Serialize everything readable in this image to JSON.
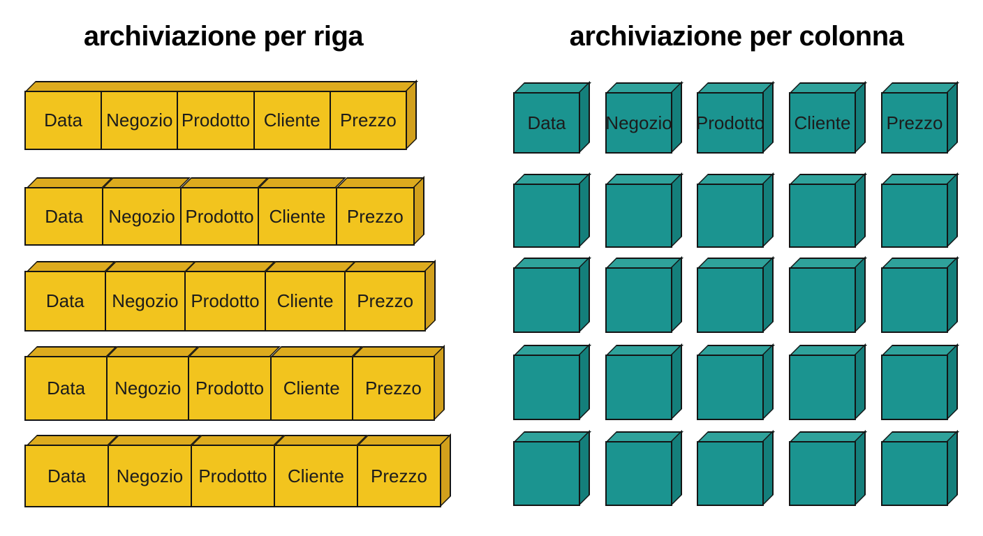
{
  "page": {
    "background": "#ffffff"
  },
  "row_store": {
    "title": "archiviazione per riga",
    "record_count": 5,
    "fields": [
      "Data",
      "Negozio",
      "Prodotto",
      "Cliente",
      "Prezzo"
    ]
  },
  "column_store": {
    "title": "archiviazione per colonna",
    "column_count": 5,
    "blocks_per_column": 5,
    "fields": [
      "Data",
      "Negozio",
      "Prodotto",
      "Cliente",
      "Prezzo"
    ],
    "labeled_block_row": 1
  },
  "colors": {
    "row_front": "#F2C41E",
    "row_top": "#DDAB1E",
    "row_side": "#D2A01C",
    "column_front": "#1B9490",
    "column_top": "#2FA29B",
    "column_side": "#147F7B",
    "outline": "#141414",
    "label_text": "#1C1C1C",
    "title_text": "#000000",
    "background": "#FFFFFF"
  }
}
